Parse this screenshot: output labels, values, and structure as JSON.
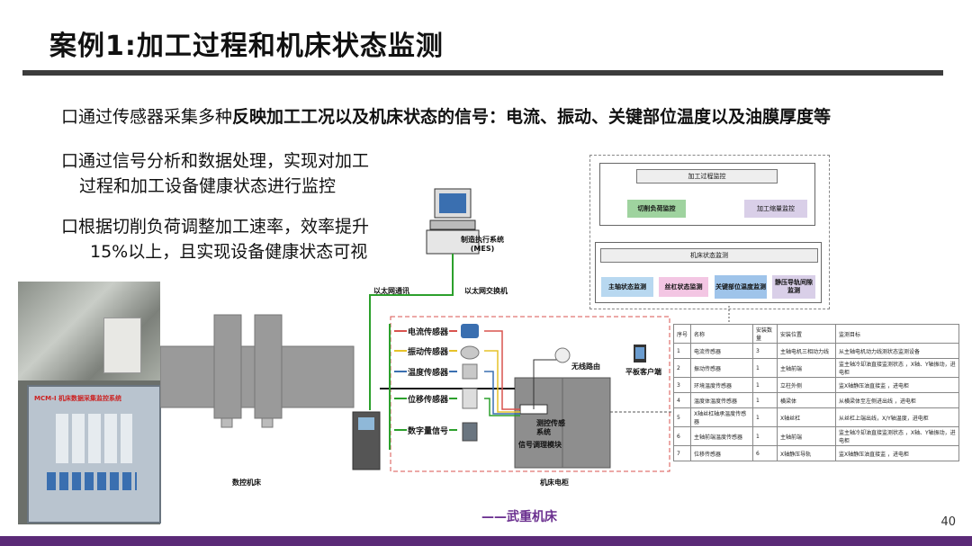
{
  "title": "案例1:加工过程和机床状态监测",
  "bullets": {
    "b1_prefix": "口通过传感器采集多种",
    "b1_bold": "反映加工工况以及机床状态的信号：电流、振动、关键部位温度以及油膜厚度等",
    "b2_line1": "口通过信号分析和数据处理，实现对加工",
    "b2_line2": "过程和加工设备健康状态进行监控",
    "b3_line1": "口根据切削负荷调整加工速率，效率提升",
    "b3_line2": "15%以上，且实现设备健康状态可视"
  },
  "diagram": {
    "mes_label": "制造执行系统\n(MES)",
    "ethernet_label": "以太网通讯",
    "switch_label": "以太网交换机",
    "wireless_label": "无线路由",
    "tablet_label": "平板客户端",
    "sensors": [
      "电流传感器",
      "振动传感器",
      "温度传感器",
      "位移传感器",
      "数字量信号"
    ],
    "monitor_system_label": "测控传感系统",
    "signal_module_label": "信号调理模块",
    "cnc_label": "数控机床",
    "cabinet_label": "机床电柜",
    "caption": "——武重机床"
  },
  "monitor_panel": {
    "process_header": "加工过程监控",
    "process_items": [
      "切削负荷监控",
      "加工缩量监控"
    ],
    "machine_header": "机床状态监测",
    "machine_items": [
      "主轴状态监测",
      "丝杠状态监测",
      "关键部位温度监测",
      "静压导轨间隙监测"
    ]
  },
  "sensor_table": {
    "headers": [
      "序号",
      "名称",
      "安装数量",
      "安装位置",
      "监测目标"
    ],
    "rows": [
      [
        "1",
        "电流传感器",
        "3",
        "主轴电机三相动力线",
        "从主轴电机动力线测状态监测设备"
      ],
      [
        "2",
        "振动传感器",
        "1",
        "主轴前端",
        "监主轴冷却油直接监测状态 ，X轴、Y轴振动，进电柜"
      ],
      [
        "3",
        "环境温度传感器",
        "1",
        "立柱外侧",
        "监X轴静压油直接监 ，进电柜"
      ],
      [
        "4",
        "温度体温度传感器",
        "1",
        "横梁体",
        "从横梁体至左侧进出线 ，进电柜"
      ],
      [
        "5",
        "X轴丝杠轴承温度传感器",
        "1",
        "X轴丝杠",
        "从丝杠上端出线，X/Y轴温度，进电柜"
      ],
      [
        "6",
        "主轴前端温度传感器",
        "1",
        "主轴前端",
        "监主轴冷却油直接监测状态 ，X轴、Y轴振动，进电柜"
      ],
      [
        "7",
        "位移传感器",
        "6",
        "X轴静压导轨",
        "监X轴静压油直接监 ，进电柜"
      ]
    ]
  },
  "photo_panel": {
    "device_label": "MCM-I 机床数据采集监控系统"
  },
  "page_number": "40",
  "colors": {
    "title_bar": "#3c3c3c",
    "bottom_bar": "#5b2a77",
    "machine_gray": "#9a9a9a",
    "link_green": "#2ca02c",
    "dashed_red": "#d9534f",
    "caption_purple": "#6a2f8f",
    "item_green": "#9fd39f",
    "item_pink": "#f3c6e3",
    "item_blue": "#9fc4ea",
    "item_lavender": "#d9cfe8"
  }
}
